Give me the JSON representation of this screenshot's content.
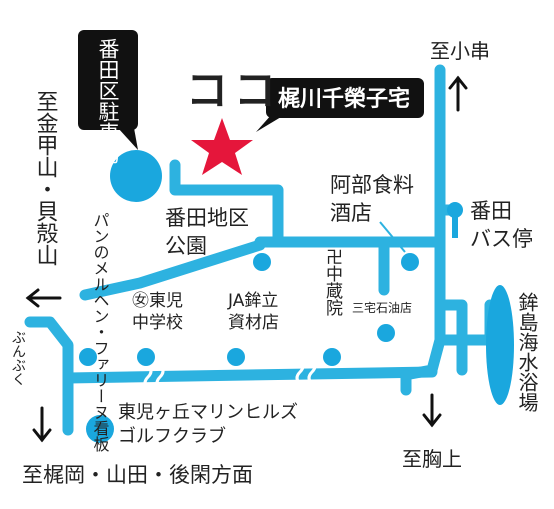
{
  "colors": {
    "road": "#2db2e0",
    "poi": "#1aa7de",
    "star": "#e5163b",
    "callout_bg": "#111111",
    "callout_text": "#ffffff",
    "text": "#222222"
  },
  "labels": {
    "parking_callout": "番田区駐車場",
    "here": "ココ",
    "residence_callout": "梶川千榮子宅",
    "to_oguchi": "至小串",
    "to_kanakou": "至金甲山・貝殻山",
    "abe_shop": "阿部食料酒店",
    "banda_bus_stop": "番田バス停",
    "banda_park": "番田地区公園",
    "bakery": "パンのメルヘン・ファリーヌ看板",
    "east_jhs": "㊛東児中学校",
    "ja_store": "JA鉾立資材店",
    "manzo_temple": "卍中蔵院",
    "miyake_gas": "三宅石油店",
    "hoko_beach": "鉾島海水浴場",
    "bunbuku": "ぶんぶく",
    "golf_club": "東児ヶ丘マリンヒルズゴルフクラブ",
    "to_munakami": "至胸上",
    "to_kajioka": "至梶岡・山田・後閑方面"
  },
  "icons": [
    "map-pin-icon",
    "star-icon",
    "arrow-up-icon",
    "arrow-down-icon",
    "arrow-left-icon",
    "bus-stop-icon"
  ]
}
